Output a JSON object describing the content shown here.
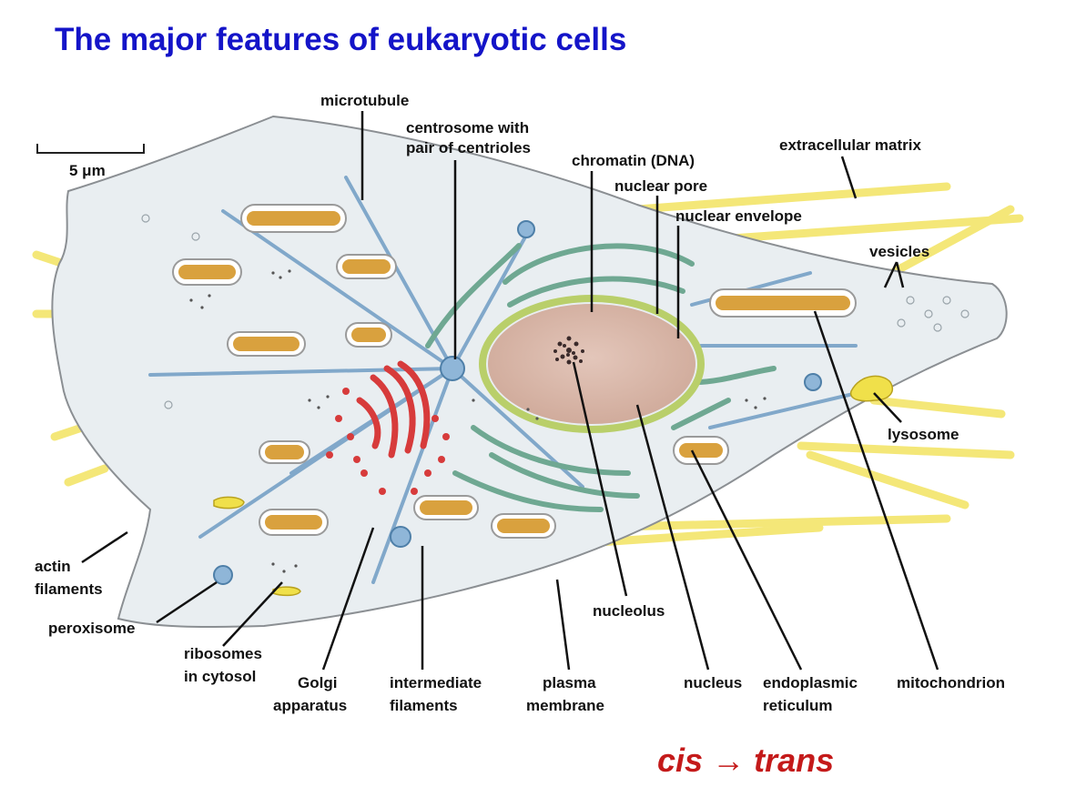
{
  "title": "The major features of eukaryotic cells",
  "scale_bar": "5 μm",
  "labels": {
    "microtubule": "microtubule",
    "centrosome_1": "centrosome with",
    "centrosome_2": "pair of centrioles",
    "chromatin": "chromatin (DNA)",
    "nuclear_pore": "nuclear pore",
    "nuclear_envelope": "nuclear envelope",
    "extracellular_matrix": "extracellular matrix",
    "vesicles": "vesicles",
    "lysosome": "lysosome",
    "actin_1": "actin",
    "actin_2": "filaments",
    "peroxisome": "peroxisome",
    "ribosomes_1": "ribosomes",
    "ribosomes_2": "in cytosol",
    "golgi_1": "Golgi",
    "golgi_2": "apparatus",
    "intermediate_1": "intermediate",
    "intermediate_2": "filaments",
    "plasma_1": "plasma",
    "plasma_2": "membrane",
    "nucleolus": "nucleolus",
    "nucleus": "nucleus",
    "er_1": "endoplasmic",
    "er_2": "reticulum",
    "mitochondrion": "mitochondrion"
  },
  "footer": {
    "cis": "cis",
    "arrow": "→",
    "trans": "trans"
  },
  "colors": {
    "title": "#1414c8",
    "footer": "#c41a1a",
    "cytoplasm": "#e9eef1",
    "nucleus": "#d9b8ab",
    "nuclear_envelope": "#b9cf6a",
    "er": "#6fa892",
    "golgi": "#d73b3b",
    "mitochondria": "#d9a13e",
    "microtubule": "#6f9cc4",
    "extracellular_matrix": "#f2e66a"
  }
}
